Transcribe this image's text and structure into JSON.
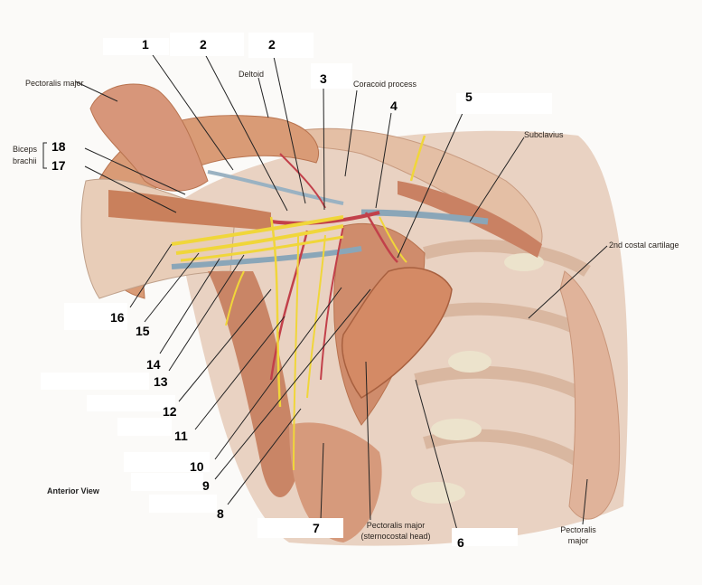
{
  "view_label": "Anterior View",
  "structures": {
    "pectoralis_major_top": "Pectoralis major",
    "deltoid": "Deltoid",
    "coracoid_process": "Coracoid process",
    "subclavius": "Subclavius",
    "biceps_brachii_line1": "Biceps",
    "biceps_brachii_line2": "brachii",
    "second_costal_cartilage": "2nd costal cartilage",
    "pectoralis_major_sternocostal_line1": "Pectoralis major",
    "pectoralis_major_sternocostal_line2": "(sternocostal head)",
    "pectoralis_major_bottom_line1": "Pectoralis",
    "pectoralis_major_bottom_line2": "major"
  },
  "numbers": [
    "1",
    "2",
    "2",
    "3",
    "4",
    "5",
    "18",
    "17",
    "16",
    "15",
    "14",
    "13",
    "12",
    "11",
    "10",
    "9",
    "8",
    "7",
    "6"
  ],
  "colors": {
    "muscle": "#d49a7a",
    "muscle_dark": "#b8734f",
    "tendon": "#e8dccb",
    "nerve": "#f0d63a",
    "artery": "#c2404a",
    "vein": "#8aa6b8",
    "bone": "#ece3cc"
  }
}
